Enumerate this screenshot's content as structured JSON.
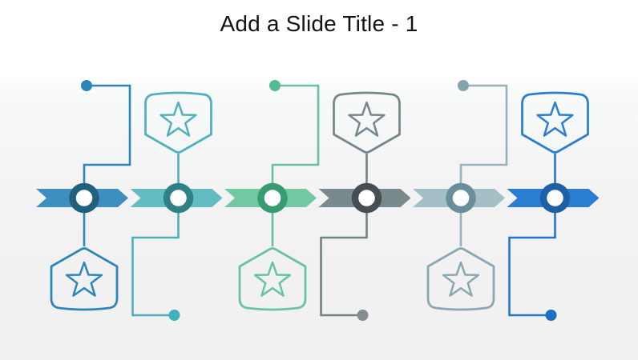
{
  "slide": {
    "title": "Add a Slide Title - 1"
  },
  "timeline": {
    "type": "horizontal-chevron-timeline",
    "step_count": 6,
    "items": [
      {
        "id": 1,
        "accent": "blue",
        "badge_position": "bottom",
        "icon": "star-icon",
        "colors": {
          "chevron": "#3E8EC1",
          "ring": "#20607C",
          "line": "#2E86B8",
          "dot": "#2E86B8",
          "badge": "#2E86B8",
          "star": "#2E86B8"
        }
      },
      {
        "id": 2,
        "accent": "teal",
        "badge_position": "top",
        "icon": "star-icon",
        "colors": {
          "chevron": "#63BCC2",
          "ring": "#2F8187",
          "line": "#4FAFB8",
          "dot": "#3EB2BD",
          "badge": "#4FB2BA",
          "star": "#4FB2BA"
        }
      },
      {
        "id": 3,
        "accent": "green",
        "badge_position": "bottom",
        "icon": "star-icon",
        "colors": {
          "chevron": "#72C8A3",
          "ring": "#389C73",
          "line": "#65C29C",
          "dot": "#50BC8F",
          "badge": "#68C39E",
          "star": "#68C39E"
        }
      },
      {
        "id": 4,
        "accent": "gray",
        "badge_position": "top",
        "icon": "star-icon",
        "colors": {
          "chevron": "#7A898C",
          "ring": "#454F51",
          "line": "#718286",
          "dot": "#828D8F",
          "badge": "#75878B",
          "star": "#75878B"
        }
      },
      {
        "id": 5,
        "accent": "slate",
        "badge_position": "bottom",
        "icon": "star-icon",
        "colors": {
          "chevron": "#A5BFC6",
          "ring": "#6A8F9B",
          "line": "#9AB1BB",
          "dot": "#84A3AF",
          "badge": "#8AA7B2",
          "star": "#8AA7B2"
        }
      },
      {
        "id": 6,
        "accent": "bright-blue",
        "badge_position": "top",
        "icon": "star-icon",
        "colors": {
          "chevron": "#2A7ED2",
          "ring": "#1E5FA5",
          "line": "#2476C8",
          "dot": "#1C70C2",
          "badge": "#2A7ED2",
          "star": "#2A7ED2"
        }
      }
    ]
  }
}
